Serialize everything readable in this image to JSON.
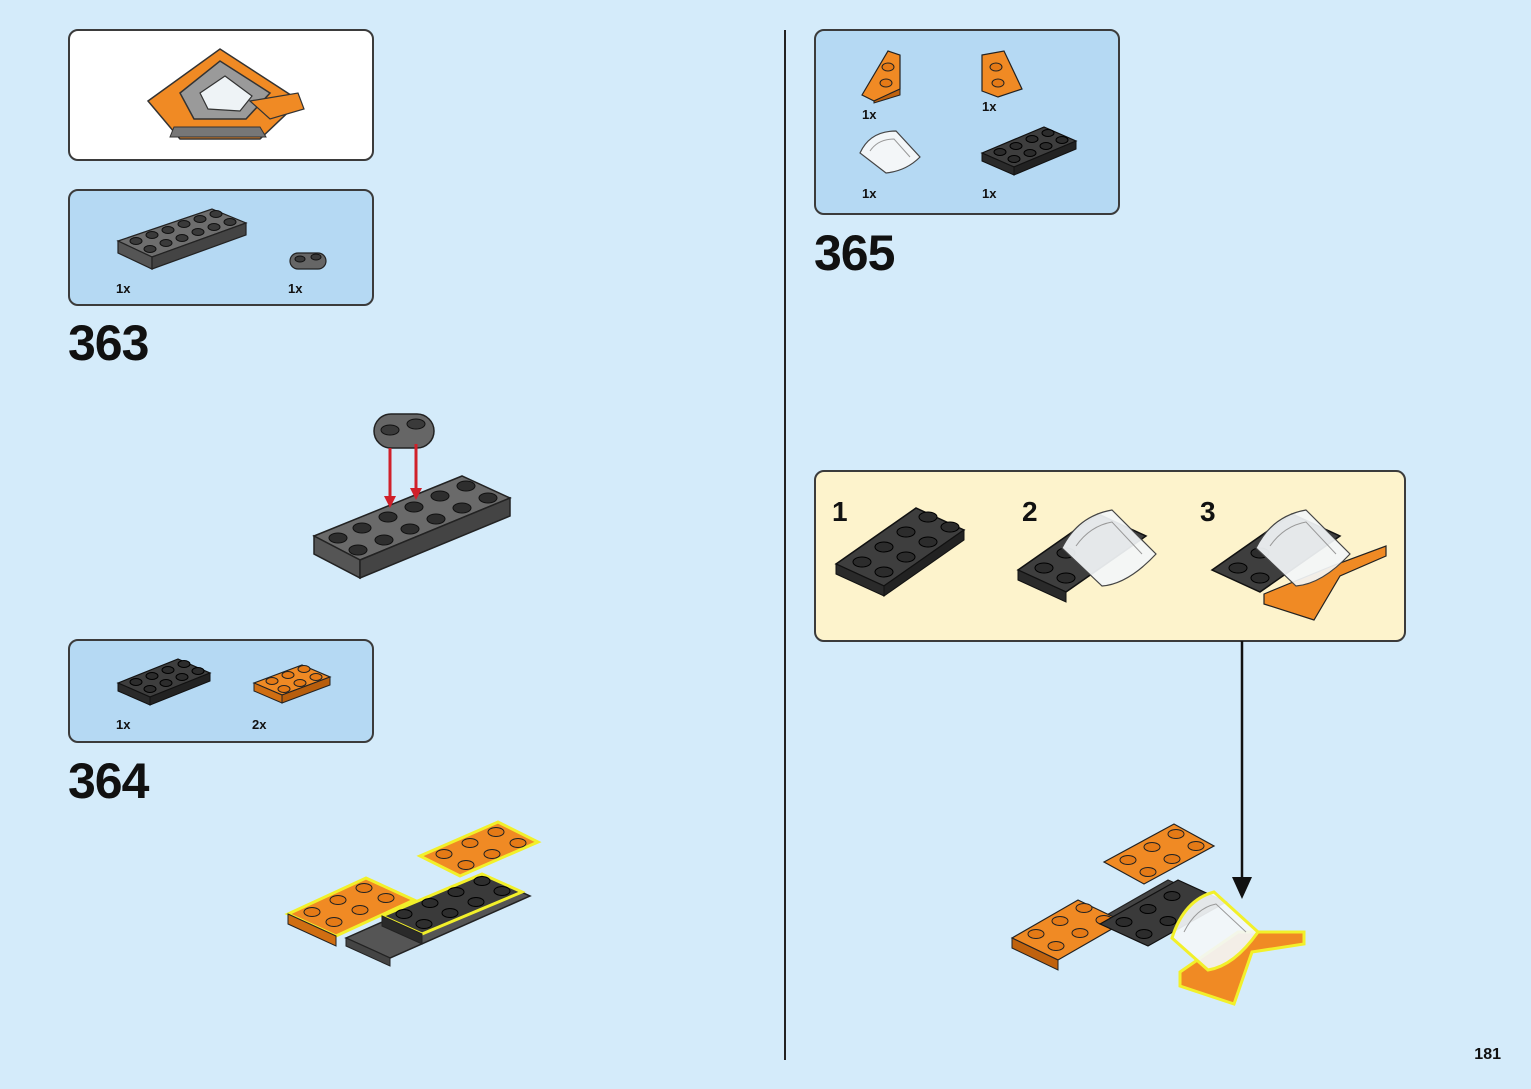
{
  "page": {
    "number": "181"
  },
  "steps": [
    {
      "number": "363",
      "parts": [
        {
          "qty": "1x",
          "icon": "dark-gray-plate-2x6-icon"
        },
        {
          "qty": "1x",
          "icon": "dark-gray-plate-1x2-rounded-icon"
        }
      ]
    },
    {
      "number": "364",
      "parts": [
        {
          "qty": "1x",
          "icon": "black-plate-2x4-icon"
        },
        {
          "qty": "2x",
          "icon": "orange-plate-2x3-icon"
        }
      ]
    },
    {
      "number": "365",
      "parts": [
        {
          "qty": "1x",
          "icon": "orange-wedge-plate-left-icon"
        },
        {
          "qty": "1x",
          "icon": "orange-wedge-plate-right-icon"
        },
        {
          "qty": "1x",
          "icon": "clear-windscreen-icon"
        },
        {
          "qty": "1x",
          "icon": "black-plate-2x4-icon"
        }
      ],
      "substeps": [
        {
          "label": "1"
        },
        {
          "label": "2"
        },
        {
          "label": "3"
        }
      ]
    }
  ],
  "colors": {
    "background": "#d4ebfa",
    "parts_box": "#b5d9f3",
    "substep_box": "#fdf3cc",
    "orange": "#f08a24",
    "dark_gray": "#555555",
    "black_brick": "#333333",
    "arrow_red": "#d0202a",
    "highlight": "#f2f02a"
  }
}
